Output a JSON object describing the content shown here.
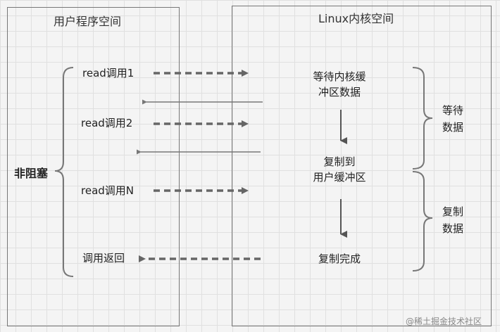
{
  "user_space": {
    "title": "用户程序空间"
  },
  "kernel_space": {
    "title": "Linux内核空间"
  },
  "mode_label": "非阻塞",
  "calls": [
    "read调用1",
    "read调用2",
    "read调用N",
    "调用返回"
  ],
  "kernel_steps": {
    "wait": [
      "等待内核缓",
      "冲区数据"
    ],
    "copy": [
      "复制到",
      "用户缓冲区"
    ],
    "done": "复制完成"
  },
  "phases": {
    "wait": [
      "等待",
      "数据"
    ],
    "copy": [
      "复制",
      "数据"
    ]
  },
  "watermark": "@稀土掘金技术社区"
}
